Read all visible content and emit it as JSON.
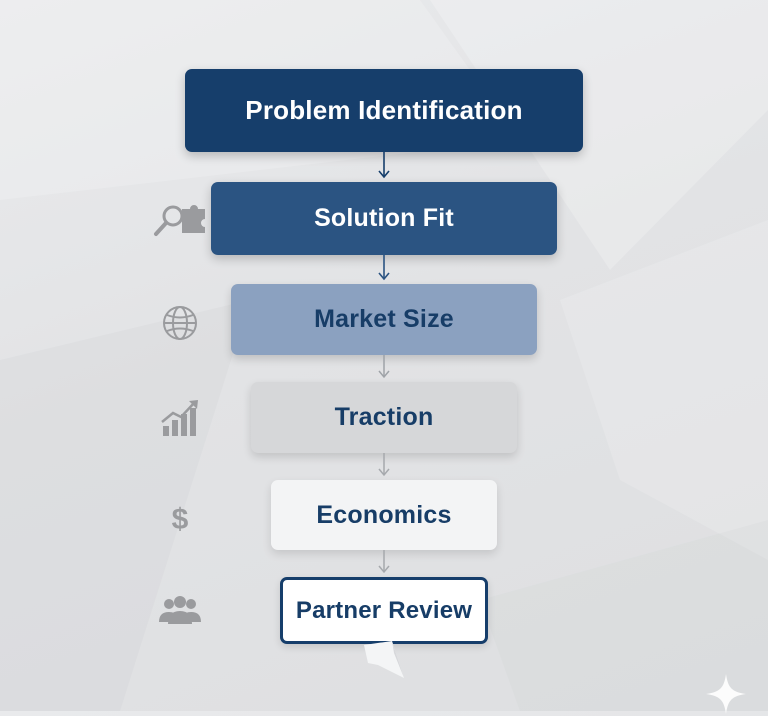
{
  "stages": [
    {
      "label": "Problem Identification",
      "icon": ""
    },
    {
      "label": "Solution Fit",
      "icon": "search-puzzle-icon"
    },
    {
      "label": "Market Size",
      "icon": "globe-icon"
    },
    {
      "label": "Traction",
      "icon": "growth-chart-icon"
    },
    {
      "label": "Economics",
      "icon": "dollar-icon"
    },
    {
      "label": "Partner Review",
      "icon": "people-icon"
    }
  ],
  "colors": {
    "navy": "#163e6b",
    "blue": "#2b5482",
    "steel": "#8ba1c0",
    "gray": "#d6d7d9",
    "light": "#f3f4f5",
    "text_dark": "#173d67",
    "icon_gray": "#9a9b9e"
  }
}
